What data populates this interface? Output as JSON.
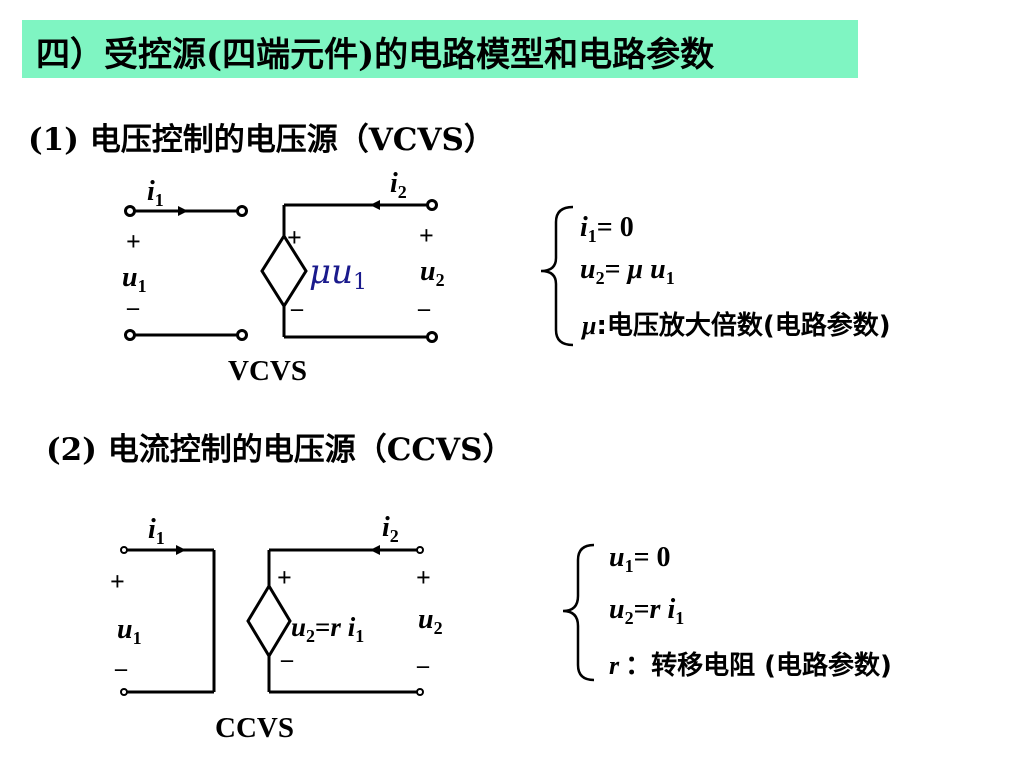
{
  "banner": {
    "title": "四）受控源(四端元件)的电路模型和电路参数",
    "color": "#7ff5c2"
  },
  "section1": {
    "heading": "(1) 电压控制的电压源（VCVS）",
    "circuit": {
      "i_left": "i",
      "i_left_sub": "1",
      "i_right": "i",
      "i_right_sub": "2",
      "u_left": "u",
      "u_left_sub": "1",
      "u_right": "u",
      "u_right_sub": "2",
      "source_coef": "μ",
      "source_var": "u",
      "source_sub": "1",
      "plus": "+",
      "minus": "–",
      "caption": "VCVS"
    },
    "equations": {
      "eq1_var": "i",
      "eq1_sub": "1",
      "eq1_rest": "= 0",
      "eq2_var": "u",
      "eq2_sub": "2",
      "eq2_eq": "= ",
      "eq2_coef": "μ",
      "eq2_rhs": " u",
      "eq2_rhs_sub": "1",
      "param_sym": "μ",
      "param_desc": ":电压放大倍数(电路参数)"
    }
  },
  "section2": {
    "heading": "(2) 电流控制的电压源（CCVS）",
    "circuit": {
      "i_left": "i",
      "i_left_sub": "1",
      "i_right": "i",
      "i_right_sub": "2",
      "u_left": "u",
      "u_left_sub": "1",
      "u_right": "u",
      "u_right_sub": "2",
      "source_var": "u",
      "source_sub": "2",
      "source_eq": "=",
      "source_coef": "r",
      "source_rhs": " i",
      "source_rhs_sub": "1",
      "plus": "+",
      "minus": "–",
      "caption": "CCVS"
    },
    "equations": {
      "eq1_var": "u",
      "eq1_sub": "1",
      "eq1_rest": "= 0",
      "eq2_var": "u",
      "eq2_sub": "2",
      "eq2_eq": "=",
      "eq2_coef": "r",
      "eq2_rhs": " i",
      "eq2_rhs_sub": "1",
      "param_sym": "r",
      "param_desc": "：转移电阻 (电路参数)"
    }
  }
}
